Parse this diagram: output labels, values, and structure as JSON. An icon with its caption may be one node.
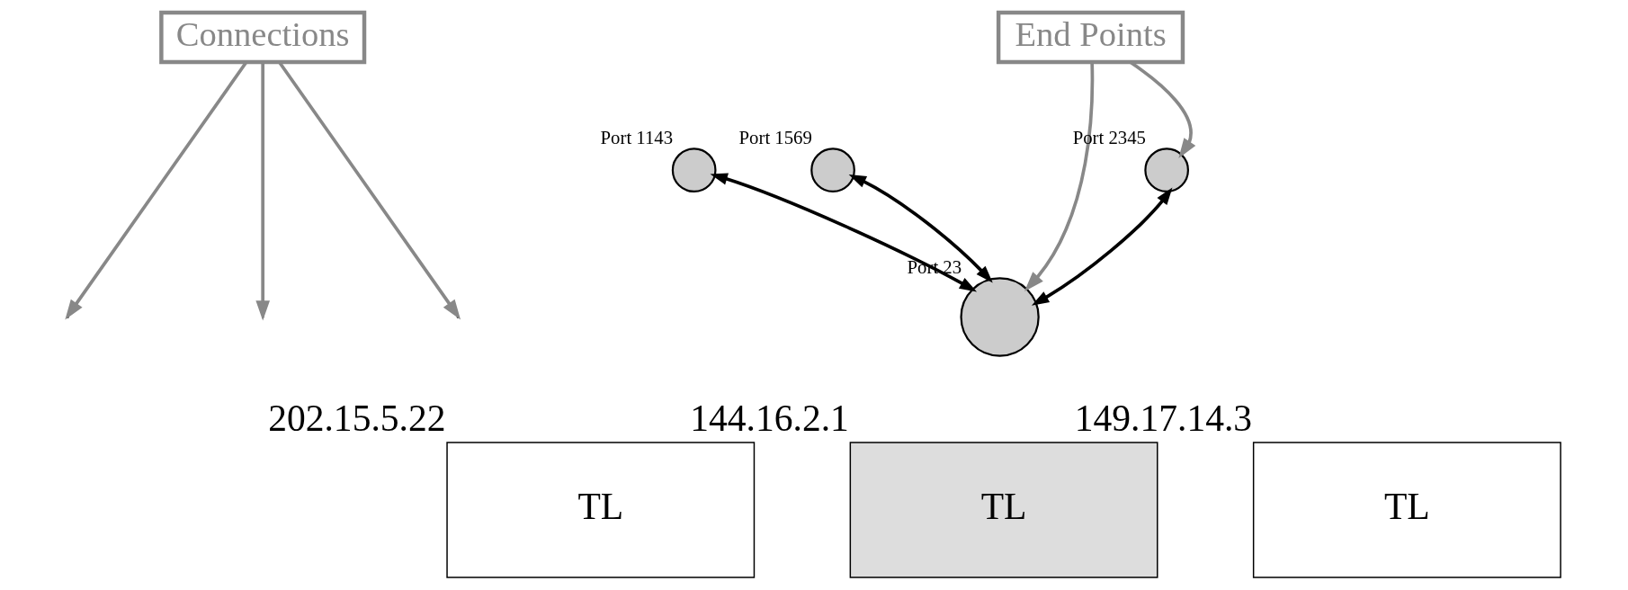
{
  "diagram": {
    "nodes": [
      {
        "text": [
          "Connections"
        ]
      },
      {
        "text": [
          "End Points"
        ]
      },
      {
        "text": [
          "TL"
        ],
        "beside": [
          "202.15.5.22"
        ]
      },
      {
        "text": [
          "TL"
        ],
        "beside": [
          "144.16.2.1"
        ]
      },
      {
        "text": [
          "TL"
        ],
        "beside": [
          "149.17.14.3"
        ]
      },
      {
        "text": [],
        "shape": "circle",
        "beside": [
          "Port 1143"
        ]
      },
      {
        "text": [],
        "shape": "circle",
        "beside": [
          "Port 1569"
        ]
      },
      {
        "text": [],
        "shape": "circle",
        "beside": [
          "Port 23"
        ]
      },
      {
        "text": [],
        "shape": "circle",
        "beside": [
          "Port 2345"
        ]
      }
    ],
    "edges": [
      {
        "from": 7,
        "to": 6,
        "arrow": "both",
        "color": "#000000"
      },
      {
        "from": 7,
        "to": 5,
        "arrow": "both",
        "color": "#000000"
      },
      {
        "from": 7,
        "to": 8,
        "arrow": "both",
        "color": "#000000"
      },
      {
        "from": 0,
        "to": null,
        "arrow": "to",
        "color": "#888888"
      },
      {
        "from": 0,
        "to": null,
        "arrow": "to",
        "color": "#888888"
      },
      {
        "from": 0,
        "to": null,
        "arrow": "to",
        "color": "#888888"
      },
      {
        "from": 1,
        "to": 7,
        "arrow": "to",
        "color": "#888888"
      },
      {
        "from": 1,
        "to": 8,
        "arrow": "to",
        "color": "#888888"
      }
    ]
  }
}
